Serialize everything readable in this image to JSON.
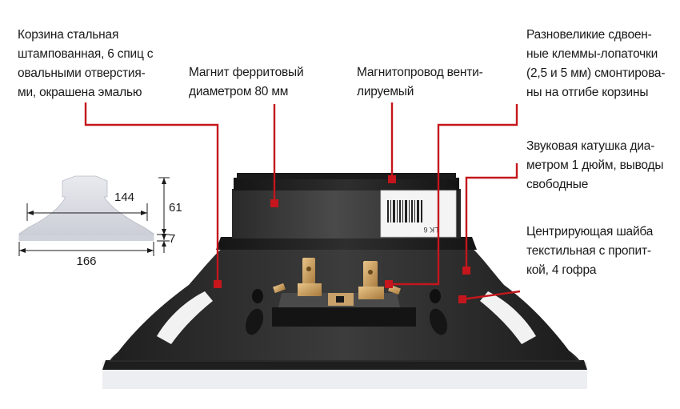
{
  "colors": {
    "callout": "#c4161c",
    "speaker_body": "#2b2b2b",
    "magnet": "#3a3a3a",
    "outline_fill": "#dcdfe6"
  },
  "callouts": [
    {
      "id": "basket",
      "lines": [
        "Корзина стальная",
        "штампованная, 6 спиц с",
        "овальными отверстия-",
        "ми, окрашена эмалью"
      ]
    },
    {
      "id": "magnet",
      "lines": [
        "Магнит ферритовый",
        "диаметром 80 мм"
      ]
    },
    {
      "id": "pole",
      "lines": [
        "Магнитопровод венти-",
        "лируемый"
      ]
    },
    {
      "id": "terminals",
      "lines": [
        "Разновеликие сдвоен-",
        "ные клеммы-лопаточки",
        "(2,5 и 5 мм) смонтирова-",
        "ны на отгибе корзины"
      ]
    },
    {
      "id": "coil",
      "lines": [
        "Звуковая катушка диа-",
        "метром 1 дюйм, выводы",
        "свободные"
      ]
    },
    {
      "id": "spider",
      "lines": [
        "Центрирующая шайба",
        "текстильная с пропит-",
        "кой, 4 гофра"
      ]
    }
  ],
  "dimensions": {
    "outer_diameter": "166",
    "basket_diameter": "144",
    "total_depth": "61",
    "flange_height": "7"
  },
  "sticker": {
    "model": "LK 6"
  }
}
